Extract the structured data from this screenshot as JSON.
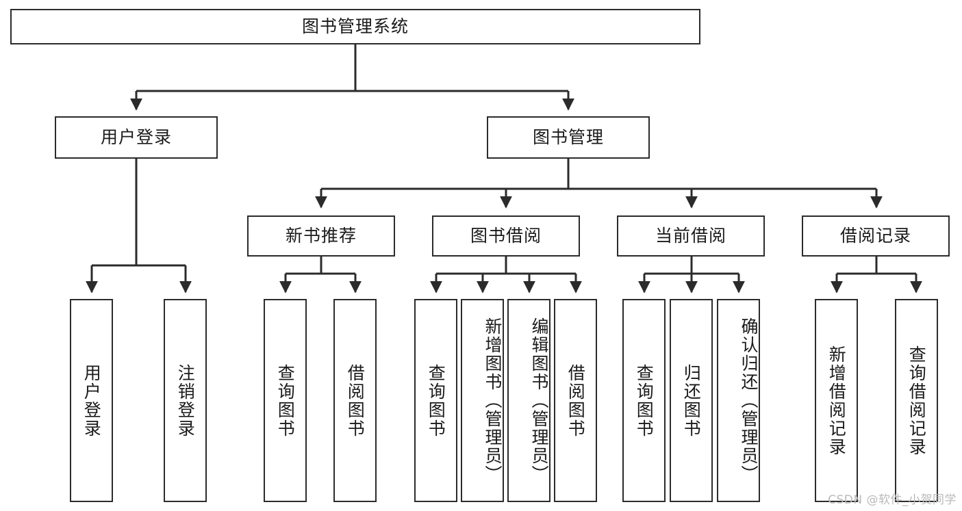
{
  "diagram": {
    "title": "图书管理系统",
    "root": {
      "label": "图书管理系统"
    },
    "level1": [
      {
        "label": "用户登录"
      },
      {
        "label": "图书管理"
      }
    ],
    "level2": [
      {
        "label": "新书推荐"
      },
      {
        "label": "图书借阅"
      },
      {
        "label": "当前借阅"
      },
      {
        "label": "借阅记录"
      }
    ],
    "leaves": {
      "user_login": [
        {
          "label": "用户登录"
        },
        {
          "label": "注销登录"
        }
      ],
      "new_book_recommend": [
        {
          "label": "查询图书"
        },
        {
          "label": "借阅图书"
        }
      ],
      "book_borrow": [
        {
          "label": "查询图书"
        },
        {
          "label": "新增图书（管理员）"
        },
        {
          "label": "编辑图书（管理员）"
        },
        {
          "label": "借阅图书"
        }
      ],
      "current_borrow": [
        {
          "label": "查询图书"
        },
        {
          "label": "归还图书"
        },
        {
          "label": "确认归还（管理员）"
        }
      ],
      "borrow_record": [
        {
          "label": "新增借阅记录"
        },
        {
          "label": "查询借阅记录"
        }
      ]
    }
  },
  "watermark": {
    "text": "CSDN @软件_小贺同学"
  },
  "colors": {
    "border": "#2b2b2b",
    "text": "#1a1a1a",
    "background": "#ffffff",
    "watermark": "#b9b9b9"
  }
}
